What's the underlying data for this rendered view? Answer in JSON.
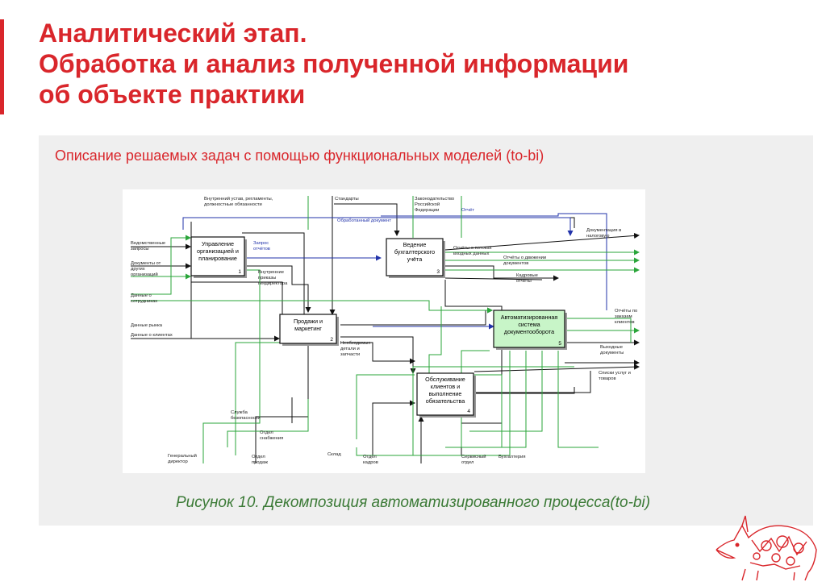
{
  "slide": {
    "title_lines": [
      "Аналитический этап.",
      "Обработка и анализ полученной информации",
      "об объекте практики"
    ],
    "subtitle": "Описание решаемых задач с помощью функциональных моделей (to-bi)",
    "caption": "Рисунок 10. Декомпозиция автоматизированного процесса(to-bi)",
    "accent_color": "#d9262b",
    "caption_color": "#3b7a36"
  },
  "diagram": {
    "boxes": [
      {
        "lines": [
          "Управление",
          "организацией и",
          "планирование"
        ],
        "number": "1"
      },
      {
        "lines": [
          "Продажи и",
          "маркетинг"
        ],
        "number": "2"
      },
      {
        "lines": [
          "Ведение",
          "бухгалтерского",
          "учёта"
        ],
        "number": "3"
      },
      {
        "lines": [
          "Обслуживание",
          "клиентов и",
          "выполнение",
          "обязательства"
        ],
        "number": "4"
      },
      {
        "lines": [
          "Автоматизированная",
          "система",
          "документооборота"
        ],
        "number": "5"
      }
    ],
    "labels": {
      "controls_top": [
        "Внутренний устав, регламенты,",
        "должностные обязанности"
      ],
      "standards": "Стандарты",
      "legislation": [
        "Законодательство",
        "Российской",
        "Федерации"
      ],
      "report": "Отчёт",
      "processed_doc": "Обработанный документ",
      "request": [
        "Запрос",
        "отчётов"
      ],
      "internal_orders": [
        "Внутренние",
        "приказы",
        "гендиректора"
      ],
      "flow_reports": [
        "Отчёты о потоках",
        "входных данных"
      ],
      "movement_reports": [
        "Отчёты о движении",
        "документов"
      ],
      "hr_reports": [
        "Кадровые",
        "отчёты"
      ],
      "needed_parts": [
        "Необходимые",
        "детали и",
        "запчасти"
      ],
      "inputs_left": [
        [
          "Ведомственные",
          "запросы"
        ],
        [
          "Документы от",
          "других",
          "организаций"
        ],
        [
          "Данные о",
          "сотрудниках"
        ],
        [
          "Данные рынка"
        ],
        [
          "Данные о клиентах"
        ]
      ],
      "outputs_right": [
        [
          "Документация в",
          "налоговую"
        ],
        [
          "Отчёты по",
          "заказам",
          "клиентов"
        ],
        [
          "Выходные",
          "документы"
        ],
        [
          "Списки услуг и",
          "товаров"
        ]
      ],
      "mechanisms_bottom": [
        [
          "Генеральный",
          "директор"
        ],
        [
          "Служба",
          "безопасности"
        ],
        [
          "Отдел",
          "снабжения"
        ],
        [
          "Отдел",
          "продаж"
        ],
        [
          "Склад"
        ],
        [
          "Отдел",
          "кадров"
        ],
        [
          "Сервисный",
          "отдел"
        ],
        [
          "Бухгалтерия"
        ]
      ]
    }
  }
}
